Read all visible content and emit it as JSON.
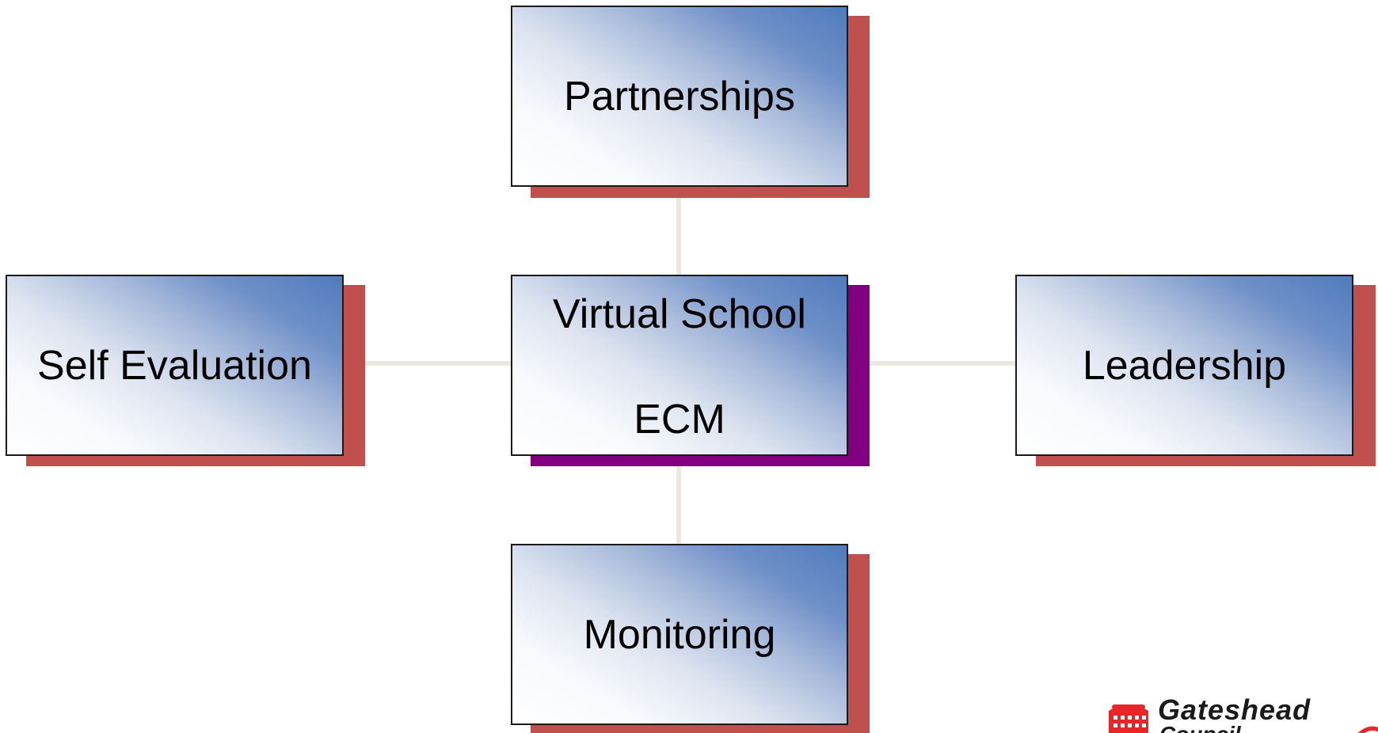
{
  "diagram": {
    "center": {
      "line1": "Virtual School",
      "line2": "ECM"
    },
    "top": {
      "label": "Partnerships"
    },
    "left": {
      "label": "Self Evaluation"
    },
    "right": {
      "label": "Leadership"
    },
    "bottom": {
      "label": "Monitoring"
    }
  },
  "logo": {
    "name": "Gateshead",
    "sub": "Council",
    "icon": "town-hall-icon"
  },
  "colors": {
    "box_gradient_start": "#ffffff",
    "box_gradient_end": "#4f7cbc",
    "outer_shadow": "#c0504d",
    "center_shadow": "#800080",
    "connector": "#ede8dc",
    "logo_red": "#e8262a"
  }
}
